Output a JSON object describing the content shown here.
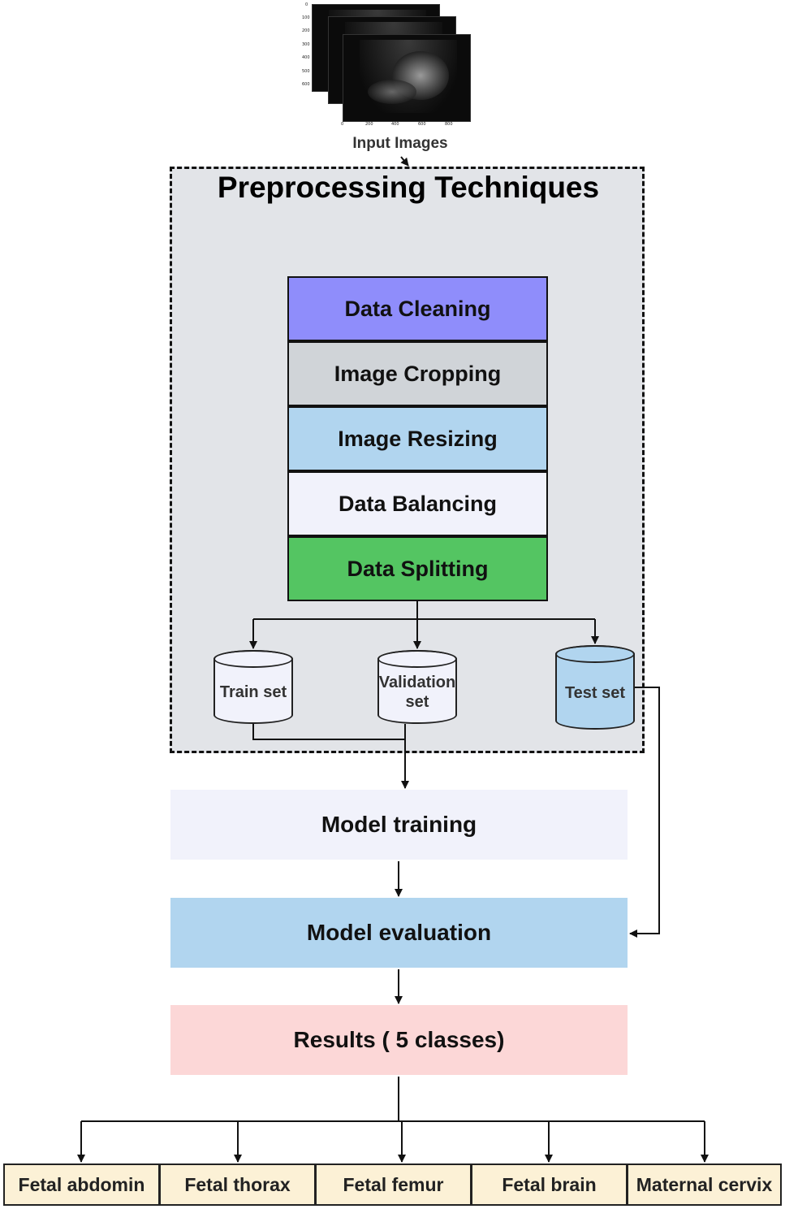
{
  "input_label": "Input Images",
  "preprocessing": {
    "title": "Preprocessing Techniques",
    "steps": [
      {
        "label": "Data Cleaning",
        "color": "#8f8dfb"
      },
      {
        "label": "Image Cropping",
        "color": "#d0d4d8"
      },
      {
        "label": "Image Resizing",
        "color": "#b1d5ef"
      },
      {
        "label": "Data Balancing",
        "color": "#f1f2fb"
      },
      {
        "label": "Data Splitting",
        "color": "#54c562"
      }
    ],
    "sets": [
      {
        "label": "Train set",
        "color": "#f1f2fb"
      },
      {
        "label": "Validation set",
        "color": "#f1f2fb"
      },
      {
        "label": "Test set",
        "color": "#b1d5ef"
      }
    ]
  },
  "stages": [
    {
      "label": "Model training",
      "color": "#f1f2fb"
    },
    {
      "label": "Model evaluation",
      "color": "#b1d5ef"
    },
    {
      "label": "Results ( 5 classes)",
      "color": "#fcd7d7"
    }
  ],
  "classes": [
    {
      "label": "Fetal abdomin"
    },
    {
      "label": "Fetal thorax"
    },
    {
      "label": "Fetal femur"
    },
    {
      "label": "Fetal brain"
    },
    {
      "label": "Maternal cervix"
    }
  ],
  "image_axis_ticks": {
    "y": [
      "0",
      "100",
      "200",
      "300",
      "400",
      "500",
      "600"
    ],
    "x": [
      "0",
      "200",
      "400",
      "600",
      "800"
    ]
  }
}
